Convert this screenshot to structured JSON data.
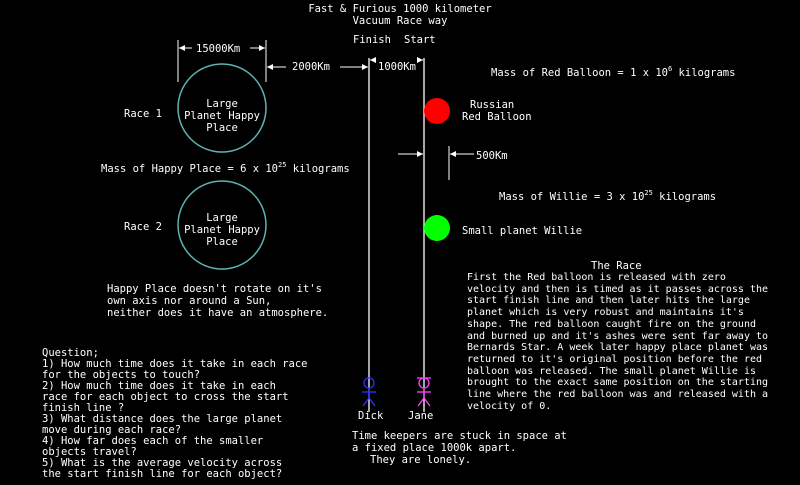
{
  "title_line1": "Fast & Furious 1000 kilometer",
  "title_line2": "Vacuum Race way",
  "finish_label": "Finish",
  "start_label": "Start",
  "dim_15000": "15000Km",
  "dim_2000": "2000Km",
  "dim_1000": "1000Km",
  "dim_500": "500Km",
  "red_balloon_mass": {
    "prefix": "Mass of Red Balloon = 1 x 10",
    "exp": "6",
    "suffix": " kilograms"
  },
  "happy_place_mass": {
    "prefix": "Mass of Happy Place = 6 x 10",
    "exp": "25",
    "suffix": " kilograms"
  },
  "willie_mass": {
    "prefix": "Mass of Willie = 3 x 10",
    "exp": "25",
    "suffix": " kilograms"
  },
  "race1_label": "Race 1",
  "race2_label": "Race 2",
  "planet_label": [
    "Large",
    "Planet Happy",
    "Place"
  ],
  "red_balloon_label": [
    "Russian",
    "Red Balloon"
  ],
  "small_planet_label": "Small planet Willie",
  "happy_note": [
    "Happy Place doesn't rotate on it's",
    "own axis nor around a Sun,",
    "neither does it have an atmosphere."
  ],
  "race_heading": "The Race",
  "race_text": "First the Red balloon is released with zero velocity and then is timed as it passes across the start finish line and then later hits the large planet which is very robust and maintains it's shape. The red balloon caught fire on the ground and burned up and it's ashes were sent far away to Bernards Star. A week later happy place planet was returned to it's original position before the red balloon was released. The small planet Willie is brought to the exact same position on the starting line where the red balloon was and released with a velocity of 0.",
  "question_lines": [
    "Question;",
    "1) How much time does it take in each race",
    "for the objects to touch?",
    "2) How much time does it take in each",
    "race for each object to cross the start",
    "finish line ?",
    "3) What distance does the large planet",
    "move during each race?",
    "4) How far does each of the smaller",
    "objects travel?",
    "5) What is the average velocity across",
    "the start finish line for each object?"
  ],
  "dick_label": "Dick",
  "jane_label": "Jane",
  "timekeepers_lines": [
    "Time keepers are stuck in space at",
    "a fixed place 1000k apart.",
    "They are lonely."
  ],
  "colors": {
    "planet_outline": "#5fb3b3",
    "red_balloon": "#ff0000",
    "small_planet": "#00ff00",
    "dick": "#3030ff",
    "jane": "#ff40ff",
    "lines": "#ffffff"
  }
}
